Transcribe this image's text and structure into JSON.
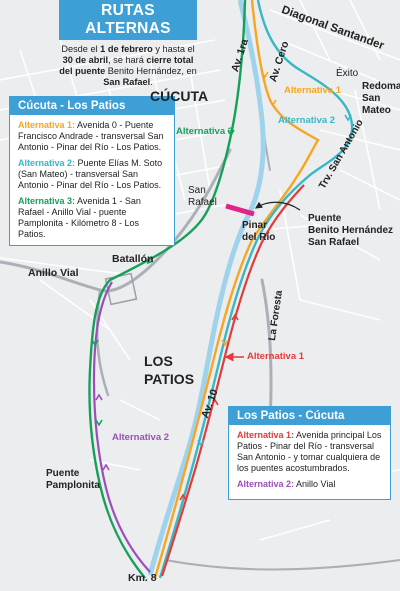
{
  "header": {
    "title": "RUTAS ALTERNAS",
    "desc_parts": [
      "Desde el ",
      "1 de febrero",
      " y hasta el ",
      "30 de abril",
      ", se hará ",
      "cierre total del puente",
      " Benito Hernández, en ",
      "San Rafael",
      "."
    ]
  },
  "box_cucuta": {
    "title": "Cúcuta - Los  Patios",
    "items": [
      {
        "label": "Alternativa 1:",
        "text": " Avenida 0 - Puente Francisco Andrade - transversal San Antonio - Pinar del Río - Los Patios.",
        "color": "#f5a623"
      },
      {
        "label": "Alternativa 2:",
        "text": " Puente Elías M. Soto (San Mateo) - transversal San Antonio - Pinar del Río - Los Patios.",
        "color": "#3ab7c4"
      },
      {
        "label": "Alternativa 3:",
        "text": " Avenida 1 - San Rafael - Anillo Vial - puente Pamplonita - Kilómetro 8 - Los Patios.",
        "color": "#17a05a"
      }
    ]
  },
  "box_patios": {
    "title": "Los  Patios - Cúcuta",
    "items": [
      {
        "label": "Alternativa 1:",
        "text": " Avenida principal Los Patios - Pinar del Río - transversal San Antonio - y tomar cualquiera de los puentes acostumbrados.",
        "color": "#e23b3b"
      },
      {
        "label": "Alternativa 2:",
        "text": " Anillo Vial",
        "color": "#9b4fb8"
      }
    ]
  },
  "labels": {
    "cucuta": "CÚCUTA",
    "los_patios_1": "LOS",
    "los_patios_2": "PATIOS",
    "diagonal": "Diagonal Santander",
    "av1ra": "Av. 1ra",
    "avcero": "Av. Cero",
    "exito": "Éxito",
    "redoma_1": "Redoma",
    "redoma_2": "San",
    "redoma_3": "Mateo",
    "trv": "Trv. San Antonio",
    "san_rafael_1": "San",
    "san_rafael_2": "Rafael",
    "pinar_1": "Pinar",
    "pinar_2": "del Río",
    "puente_1": "Puente",
    "puente_2": "Benito Hernández",
    "puente_3": "San Rafael",
    "batallon": "Batallón",
    "anillo": "Anillo Vial",
    "laforesta": "La Foresta",
    "av10": "Av. 10",
    "pp_1": "Puente",
    "pp_2": "Pamplonita",
    "km8": "Km. 8",
    "alt1_orange": "Alternativa 1",
    "alt2_cyan": "Alternativa 2",
    "alt3_green": "Alternativa 3",
    "alt1_red": "Alternativa 1",
    "alt2_purple": "Alternativa 2"
  },
  "colors": {
    "orange": "#f5a623",
    "cyan": "#3ab7c4",
    "green": "#17a05a",
    "red": "#e23b3b",
    "purple": "#9b4fb8",
    "blue": "#3d9fd5",
    "closure": "#e0248a"
  }
}
